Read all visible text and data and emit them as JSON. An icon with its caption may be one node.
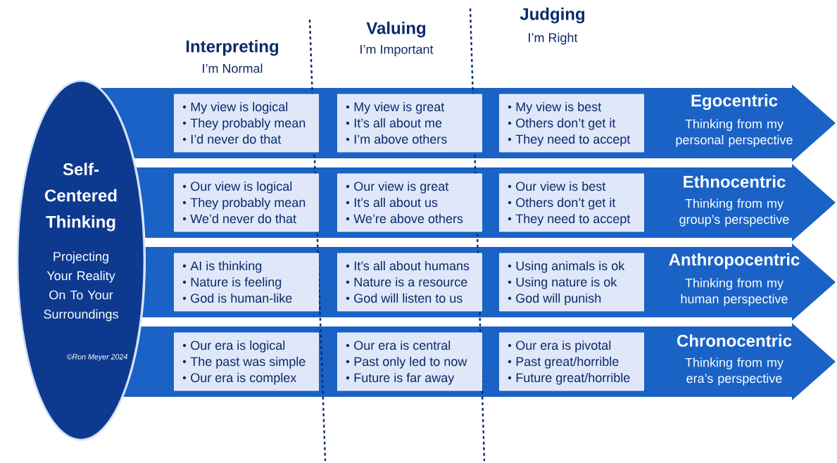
{
  "diagram": {
    "nodes": [
      {
        "text": [
          "Self-Centered Thinking",
          "Projecting Your Reality On To Your Surroundings",
          "©Ron Meyer 2024"
        ]
      },
      {
        "text": [
          "Egocentric",
          "Thinking from my personal perspective"
        ]
      },
      {
        "text": [
          "My view is logical",
          "They probably mean",
          "I’d never do that"
        ],
        "in": 1
      },
      {
        "text": [
          "My view is great",
          "It’s all about me",
          "I’m above others"
        ],
        "in": 1
      },
      {
        "text": [
          "My view is best",
          "Others don’t get it",
          "They need to accept"
        ],
        "in": 1
      },
      {
        "text": [
          "Ethnocentric",
          "Thinking from my group’s perspective"
        ]
      },
      {
        "text": [
          "Our view is logical",
          "They probably mean",
          "We’d never do that"
        ],
        "in": 5
      },
      {
        "text": [
          "Our view is great",
          "It’s all about us",
          "We’re above others"
        ],
        "in": 5
      },
      {
        "text": [
          "Our view is best",
          "Others don’t get it",
          "They need to accept"
        ],
        "in": 5
      },
      {
        "text": [
          "Anthropocentric",
          "Thinking from my human perspective"
        ]
      },
      {
        "text": [
          "AI is thinking",
          "Nature is feeling",
          "God is human-like"
        ],
        "in": 9
      },
      {
        "text": [
          "It’s all about humans",
          "Nature is a resource",
          "God will listen to us"
        ],
        "in": 9
      },
      {
        "text": [
          "Using animals is ok",
          "Using nature is ok",
          "God will punish"
        ],
        "in": 9
      },
      {
        "text": [
          "Chronocentric",
          "Thinking from my era’s perspective"
        ]
      },
      {
        "text": [
          "Our era is logical",
          "The past was simple",
          "Our era is complex"
        ],
        "in": 13
      },
      {
        "text": [
          "Our era is central",
          "Past only led to now",
          "Future is far away"
        ],
        "in": 13
      },
      {
        "text": [
          "Our era is pivotal",
          "Past great/horrible",
          "Future great/horrible"
        ],
        "in": 13
      }
    ],
    "labels": [
      "Interpreting",
      "I’m Normal",
      "Valuing",
      "I’m Important",
      "Judging",
      "I’m Right"
    ]
  }
}
